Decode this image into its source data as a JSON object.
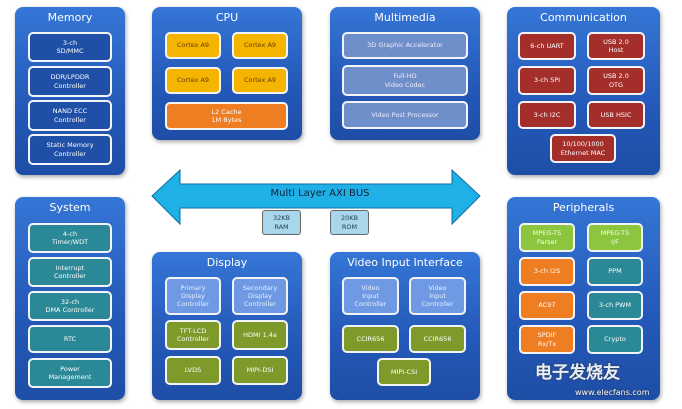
{
  "memory": {
    "title": "Memory",
    "items": [
      "3-ch\nSD/MMC",
      "DDR/LPDDR\nController",
      "NAND ECC\nController",
      "Static Memory\nController"
    ]
  },
  "cpu": {
    "title": "CPU",
    "cores": [
      "Cortex A9",
      "Cortex A9",
      "Cortex A9",
      "Cortex A9"
    ],
    "cache": "L2 Cache\n1M Bytes"
  },
  "multimedia": {
    "title": "Multimedia",
    "items": [
      "3D Graphic Accelerator",
      "Full-HD\nVideo Codec",
      "Video Post Processor"
    ]
  },
  "communication": {
    "title": "Communication",
    "items": [
      "6-ch UART",
      "USB 2.0\nHost",
      "3-ch SPI",
      "USB 2.0\nOTG",
      "3-ch I2C",
      "USB HSIC",
      "10/100/1000\nEthernet MAC"
    ]
  },
  "bus": {
    "label": "Multi Layer AXI BUS",
    "ram": "32KB\nRAM",
    "rom": "20KB\nROM"
  },
  "system": {
    "title": "System",
    "items": [
      "4-ch\nTimer/WDT",
      "Interrupt\nController",
      "32-ch\nDMA Controller",
      "RTC",
      "Power\nManagement"
    ]
  },
  "display": {
    "title": "Display",
    "items": [
      "Primary\nDisplay\nController",
      "Secondary\nDisplay\nController",
      "TFT-LCD\nController",
      "HDMI 1.4a",
      "LVDS",
      "MIPI-DSI"
    ]
  },
  "video_input": {
    "title": "Video Input Interface",
    "items": [
      "Video\nInput\nController",
      "Video\nInput\nController",
      "CCIR656",
      "CCIR656",
      "MIPI-CSI"
    ]
  },
  "peripherals": {
    "title": "Peripherals",
    "items": [
      "MPEG-TS\nParser",
      "MPEG-TS\nI/F",
      "3-ch I2S",
      "PPM",
      "AC97",
      "3-ch PWM",
      "SPDIF\nRx/Tx",
      "Crypto"
    ]
  },
  "watermark": {
    "logo": "电子发烧友",
    "url": "www.elecfans.com"
  },
  "colors": {
    "panel": "#2458b8",
    "arrow": "#1fb0e8",
    "cpu_core": "#f4b400",
    "cache": "#ef7d22",
    "comm": "#a32e2a",
    "system": "#2b8896",
    "green": "#7d9a2b"
  }
}
